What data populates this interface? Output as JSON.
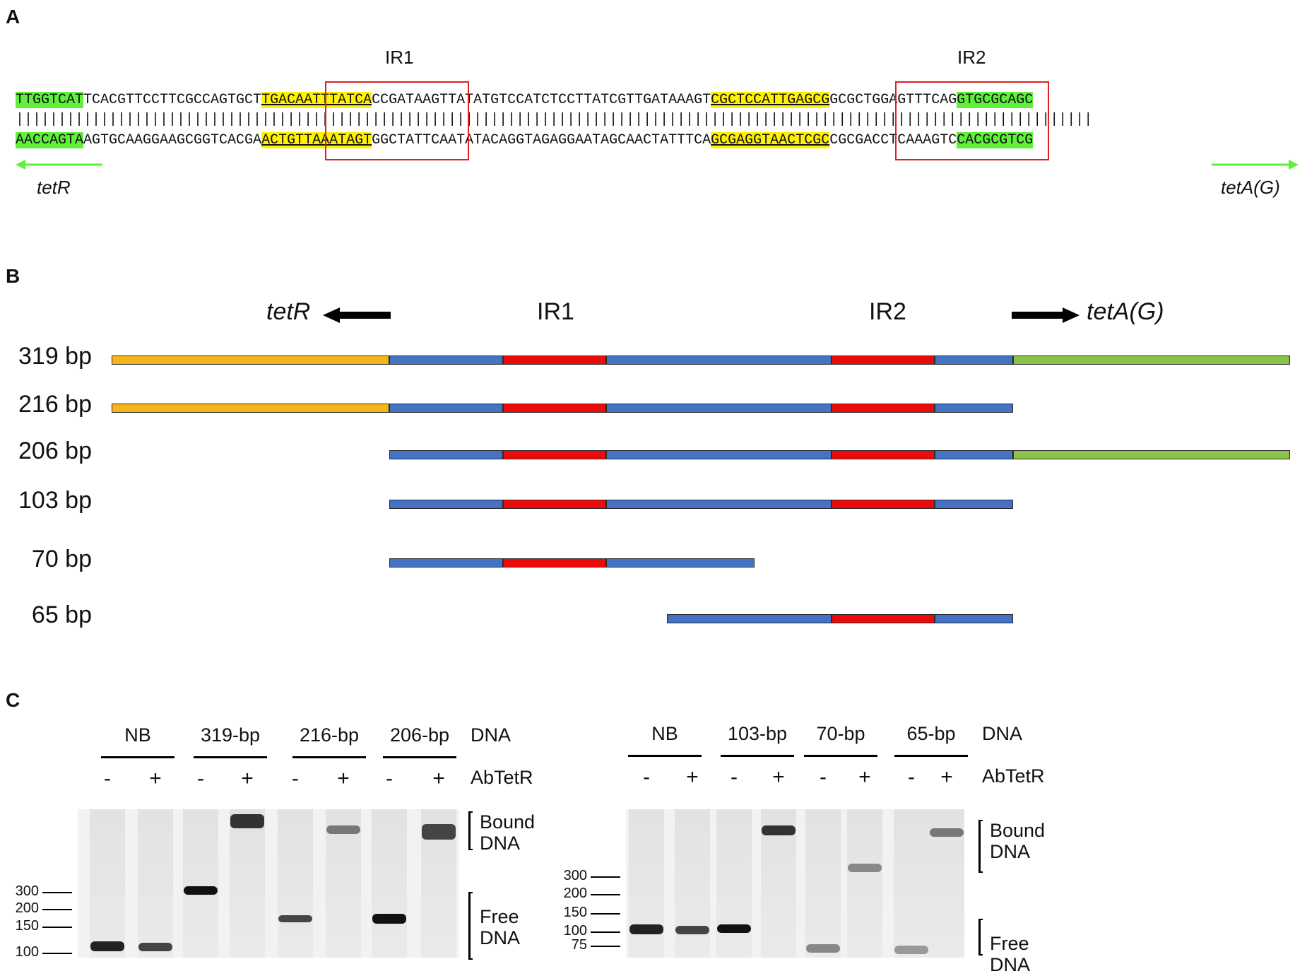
{
  "panel_a": {
    "label": "A",
    "ir1_label": "IR1",
    "ir2_label": "IR2",
    "top_strand": [
      {
        "text": "TTGGTCAT",
        "style": "green"
      },
      {
        "text": "TCACGTTCCTTCGCCAGTGCT",
        "style": "plain"
      },
      {
        "text": "TGACAATTTATCA",
        "style": "yellow"
      },
      {
        "text": "CCGATAAGTTATATGTCCATCTCCTTATCGTTGATAAAGT",
        "style": "plain"
      },
      {
        "text": "CGCTCCATTGAGCG",
        "style": "yellow"
      },
      {
        "text": "GCGCTGGAGTTTCAG",
        "style": "plain"
      },
      {
        "text": "GTGCGCAGC",
        "style": "green"
      }
    ],
    "pair_line": "|||||||||||||||||||||||||||||||||||||||||||||||||||||||||||||||||||||||||||||||||||||||||||||||||||||||||||||||||||||||||||||||",
    "bottom_strand": [
      {
        "text": "AACCAGTA",
        "style": "green"
      },
      {
        "text": "AGTGCAAGGAAGCGGTCACGA",
        "style": "plain"
      },
      {
        "text": "ACTGTTAAATAGT",
        "style": "yellow"
      },
      {
        "text": "GGCTATTCAATATACAGGTAGAGGAATAGCAACTATTTCA",
        "style": "plain"
      },
      {
        "text": "GCGAGGTAACTCGC",
        "style": "yellow"
      },
      {
        "text": "CGCGACCTCAAAGTC",
        "style": "plain"
      },
      {
        "text": "CACGCGTCG",
        "style": "green"
      }
    ],
    "left_gene": "tetR",
    "right_gene": "tetA(G)",
    "arrow_color": "#5ef03a",
    "box_color": "#e02020"
  },
  "panel_b": {
    "label": "B",
    "left_gene": "tetR",
    "right_gene": "tetA(G)",
    "ir1_label": "IR1",
    "ir2_label": "IR2",
    "fragments": [
      {
        "size": "319 bp",
        "parts": [
          "orange",
          "blue",
          "red",
          "blue",
          "red",
          "blue",
          "green"
        ]
      },
      {
        "size": "216 bp",
        "parts": [
          "orange",
          "blue",
          "red",
          "blue",
          "red",
          "blue"
        ]
      },
      {
        "size": "206 bp",
        "parts": [
          "blue",
          "red",
          "blue",
          "red",
          "blue",
          "green"
        ]
      },
      {
        "size": "103 bp",
        "parts": [
          "blue",
          "red",
          "blue",
          "red",
          "blue"
        ]
      },
      {
        "size": "70 bp",
        "parts": [
          "blue",
          "red",
          "blue"
        ]
      },
      {
        "size": "65 bp",
        "parts": [
          "blue",
          "red",
          "blue"
        ]
      }
    ],
    "colors": {
      "orange": "#f5b41a",
      "blue": "#4472c4",
      "red": "#ee0a0a",
      "green": "#8bc34a"
    }
  },
  "panel_c": {
    "label": "C",
    "left_gel": {
      "lane_groups": [
        "NB",
        "319-bp",
        "216-bp",
        "206-bp"
      ],
      "dna_label": "DNA",
      "protein_label": "AbTetR",
      "signs": [
        "-",
        "+",
        "-",
        "+",
        "-",
        "+",
        "-",
        "+"
      ],
      "ladder": [
        "300",
        "200",
        "150",
        "100"
      ],
      "bound_label": [
        "Bound",
        "DNA"
      ],
      "free_label": [
        "Free",
        "DNA"
      ]
    },
    "right_gel": {
      "lane_groups": [
        "NB",
        "103-bp",
        "70-bp",
        "65-bp"
      ],
      "dna_label": "DNA",
      "protein_label": "AbTetR",
      "signs": [
        "-",
        "+",
        "-",
        "+",
        "-",
        "+",
        "-",
        "+"
      ],
      "ladder": [
        "300",
        "200",
        "150",
        "100",
        "75"
      ],
      "bound_label": [
        "Bound",
        "DNA"
      ],
      "free_label": [
        "Free",
        "DNA"
      ]
    }
  }
}
